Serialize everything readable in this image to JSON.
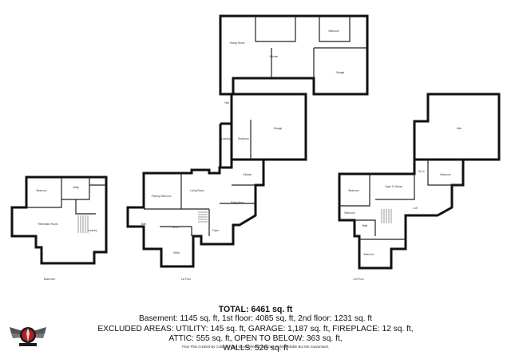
{
  "summary": {
    "total": "TOTAL: 6461 sq. ft",
    "line1": "Basement: 1145 sq. ft, 1st floor: 4085 sq. ft, 2nd floor: 1231 sq. ft",
    "line2": "EXCLUDED AREAS: UTILITY: 145 sq. ft, GARAGE: 1,187 sq. ft, FIREPLACE: 12 sq. ft,",
    "line3": "ATTIC: 555 sq. ft, OPEN TO BELOW: 363 sq. ft,",
    "line4": "WALLS: 526 sq. ft"
  },
  "footer": "Floor Plan Created By Cubicasa App. Measurements Deemed Highly Reliable But Not Guaranteed.",
  "floors": {
    "basement": "Basement",
    "first": "1st Floor",
    "second": "2nd Floor"
  },
  "rooms": {
    "bsmt_bedroom": "Bedroom",
    "bsmt_utility": "Utility",
    "bsmt_rec": "Recreation Room",
    "bsmt_laundry": "Laundry",
    "f1_primary": "Primary Bedroom",
    "f1_living": "Living Room",
    "f1_kitchen": "Kitchen",
    "f1_dining": "Dining Area",
    "f1_foyer": "Foyer",
    "f1_office": "Office",
    "f1_bath": "Bath",
    "f1_wic": "W.I.C",
    "f1_garage": "Garage",
    "f1_laundry": "Laundry",
    "f1_mudroom": "Mudroom",
    "f1_hall": "Hall",
    "f1_family": "Family Room",
    "f1_bedroom": "Bedroom",
    "f1_kitchen2": "Kitchen",
    "f1_garage2": "Garage",
    "f2_attic": "Attic",
    "f2_bedroom1": "Bedroom",
    "f2_bedroom2": "Bedroom",
    "f2_bedroom3": "Bedroom",
    "f2_bedroom4": "Bedroom",
    "f2_open": "Open To Below",
    "f2_loft": "Loft",
    "f2_bath": "Bath",
    "f2_wic": "W.I.C"
  }
}
